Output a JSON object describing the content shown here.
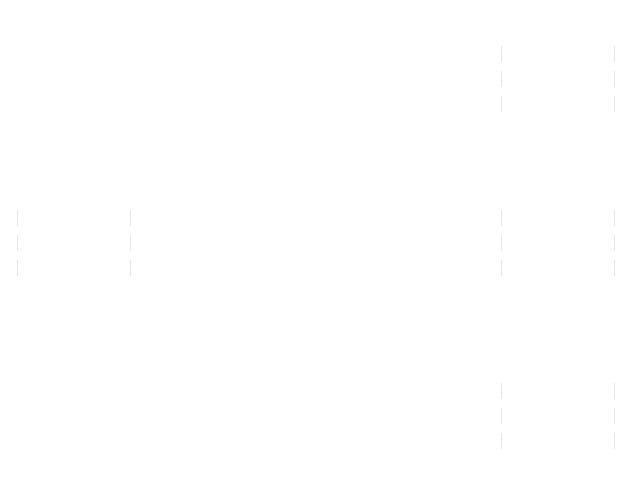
{
  "diagram": {
    "colors": {
      "background": "#ffffff",
      "stroke": "#e6e6e6"
    },
    "nodes": [
      {
        "id": "top-right",
        "label": ""
      },
      {
        "id": "mid-left",
        "label": ""
      },
      {
        "id": "mid-right",
        "label": ""
      },
      {
        "id": "bottom-right",
        "label": ""
      }
    ]
  }
}
